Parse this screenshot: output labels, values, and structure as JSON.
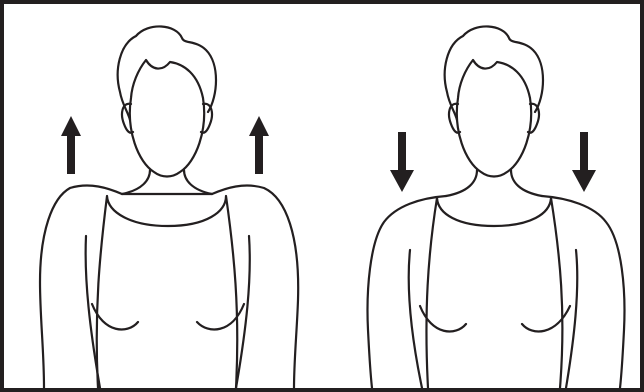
{
  "figure": {
    "panels": [
      {
        "id": "left",
        "shoulder_state": "raised",
        "arrow_direction": "up"
      },
      {
        "id": "right",
        "shoulder_state": "lowered",
        "arrow_direction": "down"
      }
    ],
    "colors": {
      "stroke": "#231f20",
      "background": "#ffffff"
    }
  }
}
